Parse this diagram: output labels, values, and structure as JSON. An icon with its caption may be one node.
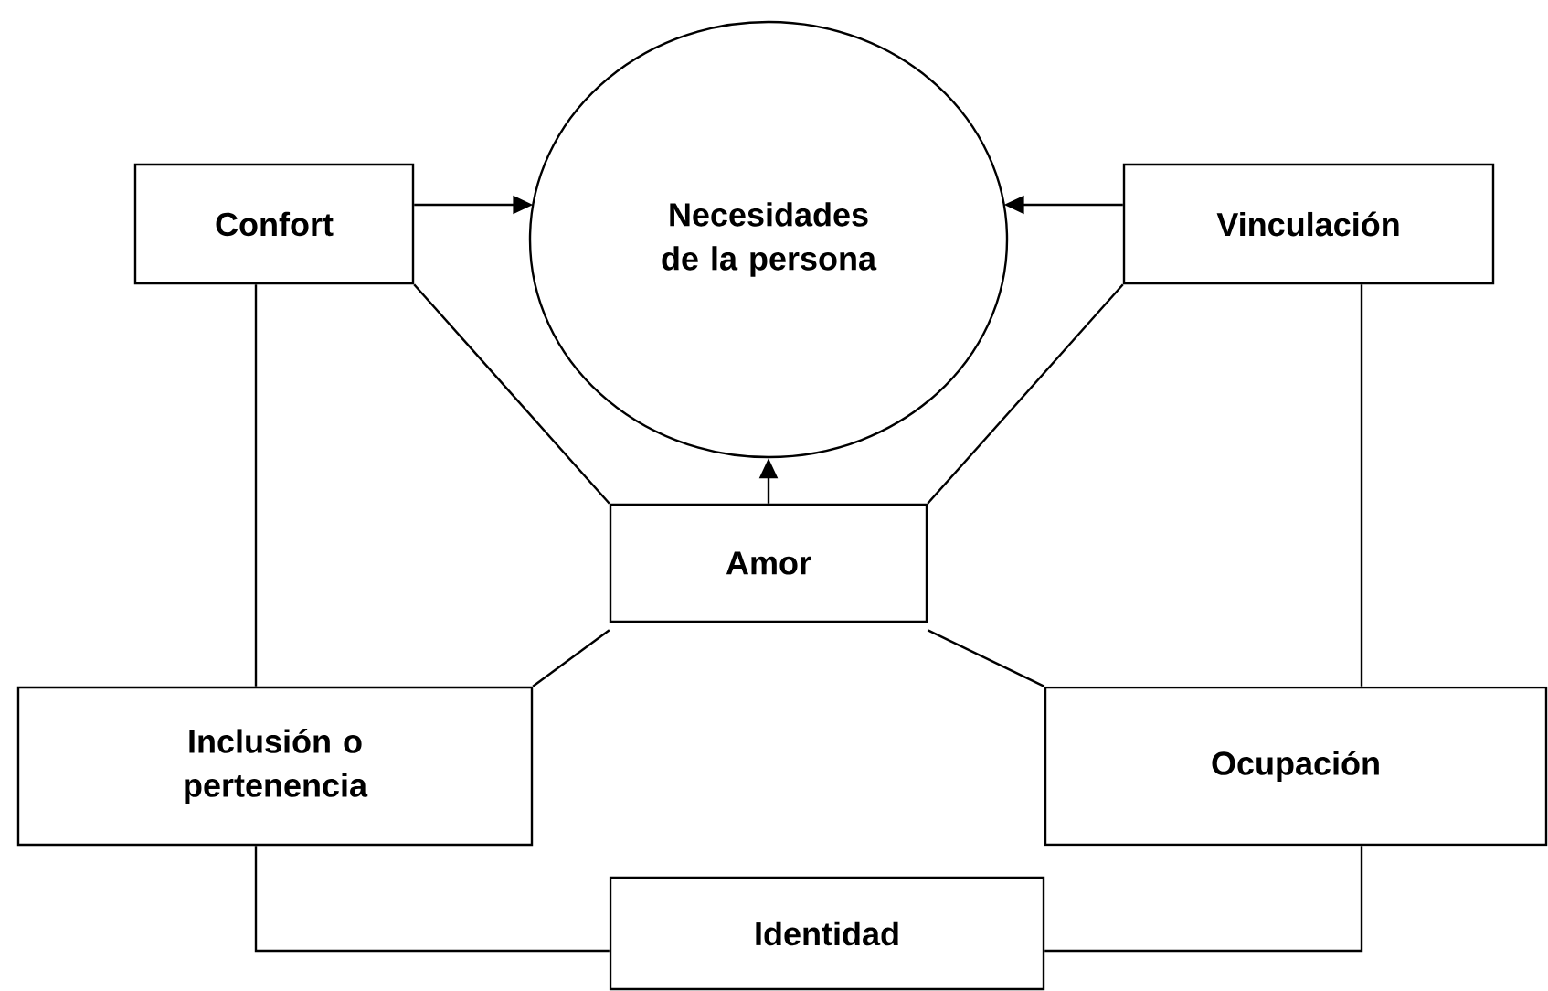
{
  "diagram": {
    "nodes": [
      {
        "text": [
          "Necesidades de la persona"
        ]
      },
      {
        "text": [
          "Confort"
        ]
      },
      {
        "text": [
          "Vinculación"
        ]
      },
      {
        "text": [
          "Amor"
        ]
      },
      {
        "text": [
          "Inclusión o pertenencia"
        ]
      },
      {
        "text": [
          "Ocupación"
        ]
      },
      {
        "text": [
          "Identidad"
        ]
      }
    ],
    "edges": [
      {
        "from": 1,
        "to": 0,
        "arrow": "to"
      },
      {
        "from": 2,
        "to": 0,
        "arrow": "to"
      },
      {
        "from": 3,
        "to": 0,
        "arrow": "to"
      },
      {
        "from": 1,
        "to": 3,
        "arrow": "none"
      },
      {
        "from": 2,
        "to": 3,
        "arrow": "none"
      },
      {
        "from": 3,
        "to": 4,
        "arrow": "none"
      },
      {
        "from": 3,
        "to": 5,
        "arrow": "none"
      },
      {
        "from": 1,
        "to": 4,
        "arrow": "none"
      },
      {
        "from": 2,
        "to": 5,
        "arrow": "none"
      },
      {
        "from": 4,
        "to": 6,
        "arrow": "none"
      },
      {
        "from": 5,
        "to": 6,
        "arrow": "none"
      }
    ]
  }
}
